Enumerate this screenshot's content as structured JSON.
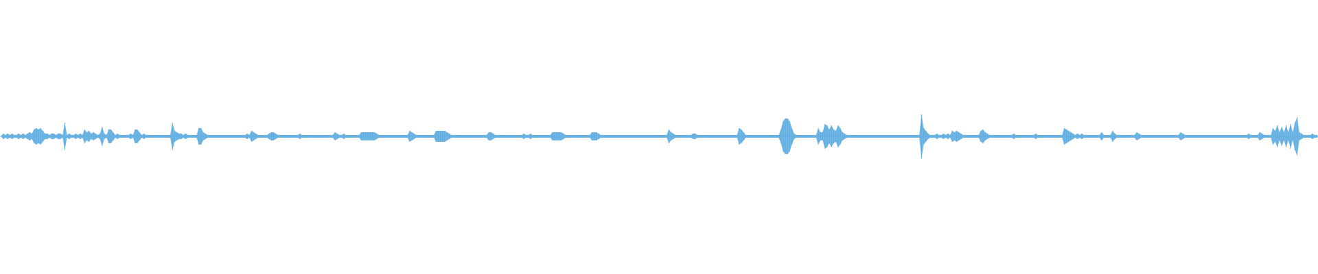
{
  "waveform": {
    "color": "#5aaae0",
    "baseline_color": "#9fcbeb",
    "peaks": [
      0.0,
      0.02,
      0.01,
      0.02,
      0.01,
      0.02,
      0.01,
      0.01,
      0.02,
      0.01,
      0.02,
      0.01,
      0.02,
      0.03,
      0.02,
      0.05,
      0.06,
      0.05,
      0.06,
      0.04,
      0.02,
      0.02,
      0.01,
      0.02,
      0.02,
      0.01,
      0.02,
      0.02,
      0.01,
      0.1,
      0.01,
      0.02,
      0.01,
      0.01,
      0.02,
      0.01,
      0.02,
      0.01,
      0.05,
      0.03,
      0.04,
      0.02,
      0.03,
      0.02,
      0.01,
      0.02,
      0.07,
      0.02,
      0.01,
      0.05,
      0.05,
      0.03,
      0.01,
      0.02,
      0.01,
      0.01,
      0.01,
      0.01,
      0.01,
      0.02,
      0.01,
      0.05,
      0.05,
      0.03,
      0.01,
      0.02,
      0.01,
      0.01,
      0.01,
      0.01,
      0.01,
      0.01,
      0.01,
      0.01,
      0.01,
      0.01,
      0.01,
      0.01,
      0.1,
      0.04,
      0.03,
      0.02,
      0.02,
      0.01,
      0.02,
      0.01,
      0.01,
      0.01,
      0.01,
      0.01,
      0.06,
      0.06,
      0.03,
      0.02,
      0.01,
      0.01,
      0.01,
      0.01,
      0.01,
      0.01,
      0.01,
      0.01,
      0.01,
      0.01,
      0.01,
      0.01,
      0.01,
      0.01,
      0.01,
      0.01,
      0.01,
      0.01,
      0.02,
      0.01,
      0.04,
      0.03,
      0.02,
      0.01,
      0.01,
      0.01,
      0.01,
      0.01,
      0.02,
      0.03,
      0.03,
      0.02,
      0.01,
      0.01,
      0.01,
      0.01,
      0.01,
      0.01,
      0.01,
      0.01,
      0.01,
      0.01,
      0.02,
      0.01,
      0.01,
      0.01,
      0.01,
      0.01,
      0.01,
      0.01,
      0.01,
      0.01,
      0.01,
      0.01,
      0.01,
      0.01,
      0.01,
      0.01,
      0.03,
      0.02,
      0.01,
      0.01,
      0.02,
      0.01,
      0.01,
      0.01,
      0.01,
      0.01,
      0.01,
      0.01,
      0.03,
      0.03,
      0.03,
      0.03,
      0.03,
      0.03,
      0.03,
      0.02,
      0.01,
      0.01,
      0.01,
      0.01,
      0.01,
      0.01,
      0.01,
      0.01,
      0.01,
      0.01,
      0.01,
      0.01,
      0.01,
      0.01,
      0.04,
      0.03,
      0.02,
      0.01,
      0.01,
      0.01,
      0.01,
      0.01,
      0.01,
      0.01,
      0.01,
      0.01,
      0.04,
      0.04,
      0.04,
      0.04,
      0.04,
      0.03,
      0.02,
      0.01,
      0.01,
      0.01,
      0.01,
      0.01,
      0.01,
      0.01,
      0.01,
      0.01,
      0.01,
      0.01,
      0.01,
      0.01,
      0.01,
      0.01,
      0.01,
      0.01,
      0.03,
      0.03,
      0.02,
      0.01,
      0.01,
      0.01,
      0.01,
      0.01,
      0.01,
      0.01,
      0.01,
      0.01,
      0.01,
      0.01,
      0.01,
      0.01,
      0.02,
      0.01,
      0.01,
      0.02,
      0.01,
      0.01,
      0.01,
      0.01,
      0.01,
      0.01,
      0.01,
      0.01,
      0.01,
      0.03,
      0.03,
      0.03,
      0.03,
      0.03,
      0.02,
      0.01,
      0.01,
      0.01,
      0.01,
      0.01,
      0.01,
      0.01,
      0.01,
      0.01,
      0.01,
      0.01,
      0.01,
      0.03,
      0.03,
      0.03,
      0.02,
      0.01,
      0.01,
      0.01,
      0.01,
      0.01,
      0.01,
      0.01,
      0.01,
      0.01,
      0.01,
      0.01,
      0.01,
      0.01,
      0.01,
      0.01,
      0.01,
      0.01,
      0.01,
      0.01,
      0.01,
      0.01,
      0.01,
      0.01,
      0.01,
      0.01,
      0.01,
      0.01,
      0.01,
      0.01,
      0.01,
      0.01,
      0.05,
      0.03,
      0.02,
      0.01,
      0.01,
      0.01,
      0.01,
      0.01,
      0.01,
      0.01,
      0.01,
      0.02,
      0.02,
      0.01,
      0.01,
      0.01,
      0.01,
      0.01,
      0.01,
      0.01,
      0.01,
      0.01,
      0.01,
      0.01,
      0.01,
      0.01,
      0.01,
      0.01,
      0.01,
      0.01,
      0.01,
      0.01,
      0.06,
      0.05,
      0.03,
      0.01,
      0.01,
      0.01,
      0.01,
      0.01,
      0.01,
      0.01,
      0.01,
      0.01,
      0.01,
      0.01,
      0.01,
      0.01,
      0.01,
      0.01,
      0.01,
      0.05,
      0.11,
      0.13,
      0.13,
      0.11,
      0.06,
      0.02,
      0.01,
      0.01,
      0.01,
      0.01,
      0.01,
      0.01,
      0.01,
      0.01,
      0.01,
      0.01,
      0.06,
      0.03,
      0.03,
      0.09,
      0.08,
      0.05,
      0.08,
      0.05,
      0.04,
      0.08,
      0.06,
      0.03,
      0.02,
      0.01,
      0.01,
      0.01,
      0.01,
      0.01,
      0.01,
      0.01,
      0.01,
      0.01,
      0.01,
      0.01,
      0.01,
      0.01,
      0.01,
      0.01,
      0.01,
      0.01,
      0.01,
      0.01,
      0.01,
      0.01,
      0.01,
      0.01,
      0.01,
      0.01,
      0.01,
      0.01,
      0.01,
      0.01,
      0.01,
      0.01,
      0.01,
      0.01,
      0.01,
      0.16,
      0.06,
      0.04,
      0.02,
      0.01,
      0.01,
      0.01,
      0.02,
      0.01,
      0.01,
      0.02,
      0.01,
      0.02,
      0.01,
      0.04,
      0.03,
      0.04,
      0.03,
      0.02,
      0.01,
      0.01,
      0.01,
      0.01,
      0.01,
      0.01,
      0.01,
      0.01,
      0.04,
      0.05,
      0.03,
      0.02,
      0.01,
      0.01,
      0.01,
      0.01,
      0.01,
      0.01,
      0.01,
      0.01,
      0.01,
      0.01,
      0.01,
      0.02,
      0.01,
      0.01,
      0.01,
      0.01,
      0.01,
      0.01,
      0.01,
      0.01,
      0.01,
      0.02,
      0.01,
      0.01,
      0.01,
      0.01,
      0.01,
      0.01,
      0.01,
      0.01,
      0.01,
      0.01,
      0.01,
      0.01,
      0.06,
      0.05,
      0.04,
      0.03,
      0.02,
      0.01,
      0.02,
      0.01,
      0.02,
      0.01,
      0.01,
      0.01,
      0.01,
      0.01,
      0.01,
      0.01,
      0.01,
      0.03,
      0.01,
      0.01,
      0.01,
      0.01,
      0.04,
      0.02,
      0.01,
      0.01,
      0.01,
      0.01,
      0.01,
      0.01,
      0.01,
      0.01,
      0.01,
      0.03,
      0.02,
      0.01,
      0.01,
      0.01,
      0.01,
      0.01,
      0.01,
      0.01,
      0.01,
      0.01,
      0.01,
      0.01,
      0.01,
      0.01,
      0.01,
      0.01,
      0.01,
      0.01,
      0.01,
      0.03,
      0.02,
      0.01,
      0.01,
      0.01,
      0.01,
      0.01,
      0.01,
      0.01,
      0.01,
      0.01,
      0.01,
      0.01,
      0.01,
      0.01,
      0.01,
      0.01,
      0.01,
      0.01,
      0.01,
      0.01,
      0.01,
      0.01,
      0.01,
      0.01,
      0.01,
      0.01,
      0.01,
      0.01,
      0.01,
      0.01,
      0.02,
      0.01,
      0.01,
      0.01,
      0.01,
      0.03,
      0.02,
      0.01,
      0.01,
      0.01,
      0.01,
      0.06,
      0.04,
      0.08,
      0.03,
      0.07,
      0.03,
      0.08,
      0.03,
      0.09,
      0.03,
      0.1,
      0.14,
      0.03,
      0.02,
      0.01,
      0.01,
      0.01,
      0.01,
      0.02,
      0.01,
      0.01
    ]
  }
}
